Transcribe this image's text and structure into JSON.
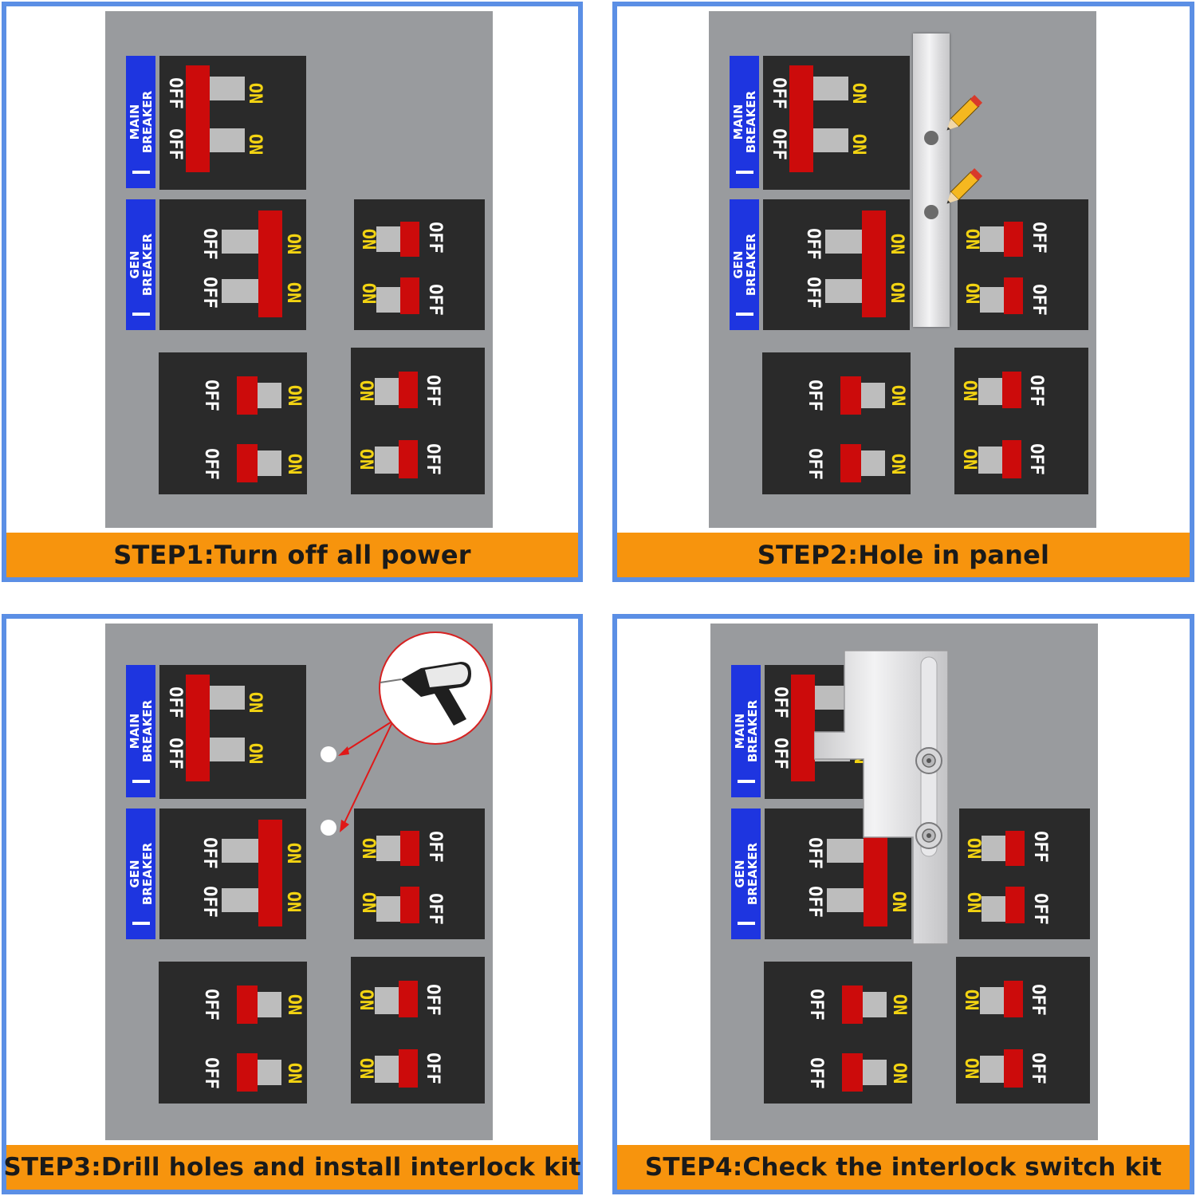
{
  "steps": [
    {
      "caption": "STEP1:Turn off all power"
    },
    {
      "caption": "STEP2:Hole in panel"
    },
    {
      "caption": "STEP3:Drill holes and install interlock kit"
    },
    {
      "caption": "STEP4:Check the interlock switch kit"
    }
  ],
  "labels": {
    "main_line1": "MAIN",
    "main_line2": "BREAKER",
    "gen_line1": "GEN",
    "gen_line2": "BREAKER",
    "off": "OFF",
    "on": "ON"
  },
  "icons": {
    "step2": [
      "pencil-icon",
      "pencil-icon"
    ],
    "step3": [
      "drill-icon",
      "arrow-icon"
    ],
    "step4": [
      "interlock-plate-icon",
      "screw-icon"
    ]
  },
  "colors": {
    "frame": "#5b8fe5",
    "caption_bg": "#f7940d",
    "panel": "#999b9e",
    "breaker": "#2a2a2a",
    "handle": "#cc0b0b",
    "label_bg": "#1e35e0",
    "on_text": "#f2d312"
  }
}
